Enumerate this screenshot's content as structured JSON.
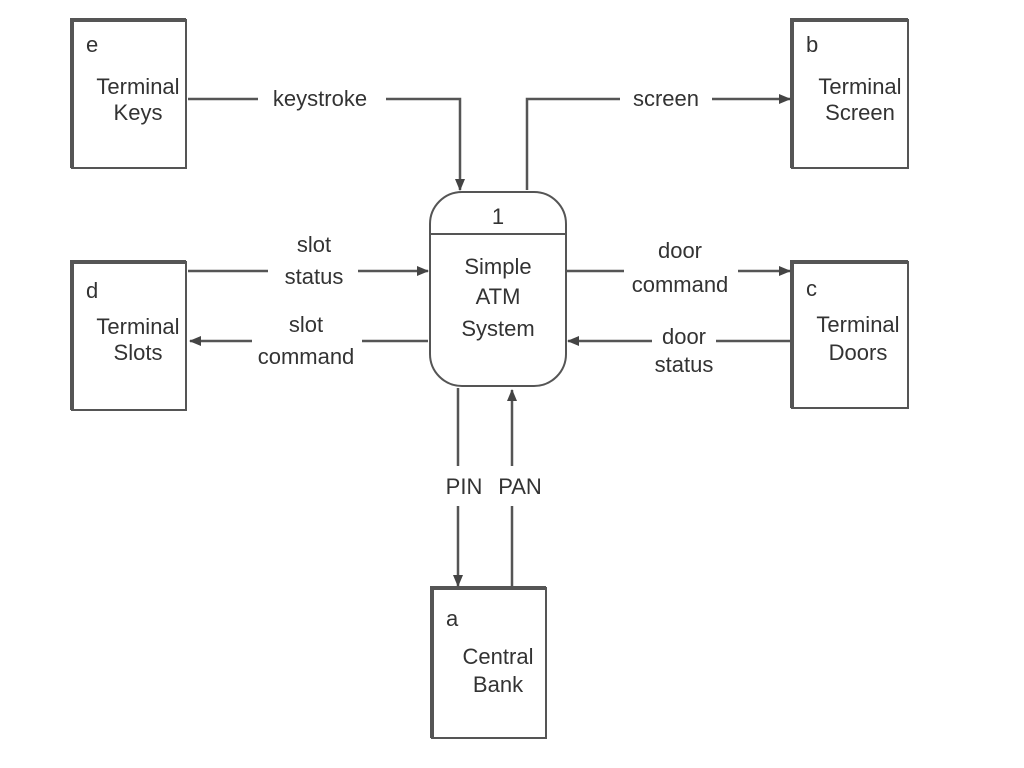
{
  "process": {
    "id": "1",
    "line1": "Simple",
    "line2": "ATM",
    "line3": "System"
  },
  "entities": {
    "keys": {
      "letter": "e",
      "line1": "Terminal",
      "line2": "Keys"
    },
    "screen": {
      "letter": "b",
      "line1": "Terminal",
      "line2": "Screen"
    },
    "slots": {
      "letter": "d",
      "line1": "Terminal",
      "line2": "Slots"
    },
    "doors": {
      "letter": "c",
      "line1": "Terminal",
      "line2": "Doors"
    },
    "bank": {
      "letter": "a",
      "line1": "Central",
      "line2": "Bank"
    }
  },
  "flows": {
    "keystroke": {
      "line1": "keystroke"
    },
    "screen": {
      "line1": "screen"
    },
    "slot_status": {
      "line1": "slot",
      "line2": "status"
    },
    "slot_command": {
      "line1": "slot",
      "line2": "command"
    },
    "door_command": {
      "line1": "door",
      "line2": "command"
    },
    "door_status": {
      "line1": "door",
      "line2": "status"
    },
    "pin": {
      "line1": "PIN"
    },
    "pan": {
      "line1": "PAN"
    }
  }
}
